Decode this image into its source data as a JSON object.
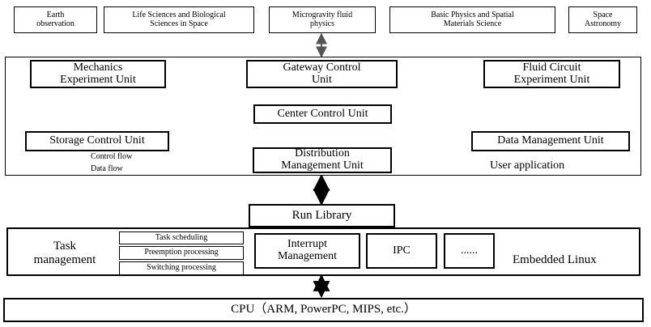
{
  "applications": [
    "Earth\nobservation",
    "Life Sciences and Biological\nSciences in Space",
    "Microgravity fluid\nphysics",
    "Basic Physics and Spatial\nMaterials Science",
    "Space\nAstronomy"
  ],
  "units": {
    "mechanics": "Mechanics\nExperiment Unit",
    "gateway": "Gateway Control\nUnit",
    "fluid": "Fluid Circuit\nExperiment Unit",
    "center": "Center Control Unit",
    "storage": "Storage Control Unit",
    "data_mgmt": "Data Management Unit",
    "distribution": "Distribution\nManagement Unit"
  },
  "legend": {
    "control_flow": "Control flow",
    "data_flow": "Data flow"
  },
  "user_application_label": "User application",
  "run_library": "Run Library",
  "kernel": {
    "task_management": "Task\nmanagement",
    "subtasks": [
      "Task scheduling",
      "Preemption processing",
      "Switching processing"
    ],
    "interrupt": "Interrupt\nManagement",
    "ipc": "IPC",
    "ellipsis": "......",
    "label": "Embedded Linux"
  },
  "cpu": "CPU（ARM, PowerPC, MIPS, etc.）",
  "colors": {
    "stroke": "#000000",
    "arrow_gray": "#555555",
    "background": "#ffffff"
  }
}
